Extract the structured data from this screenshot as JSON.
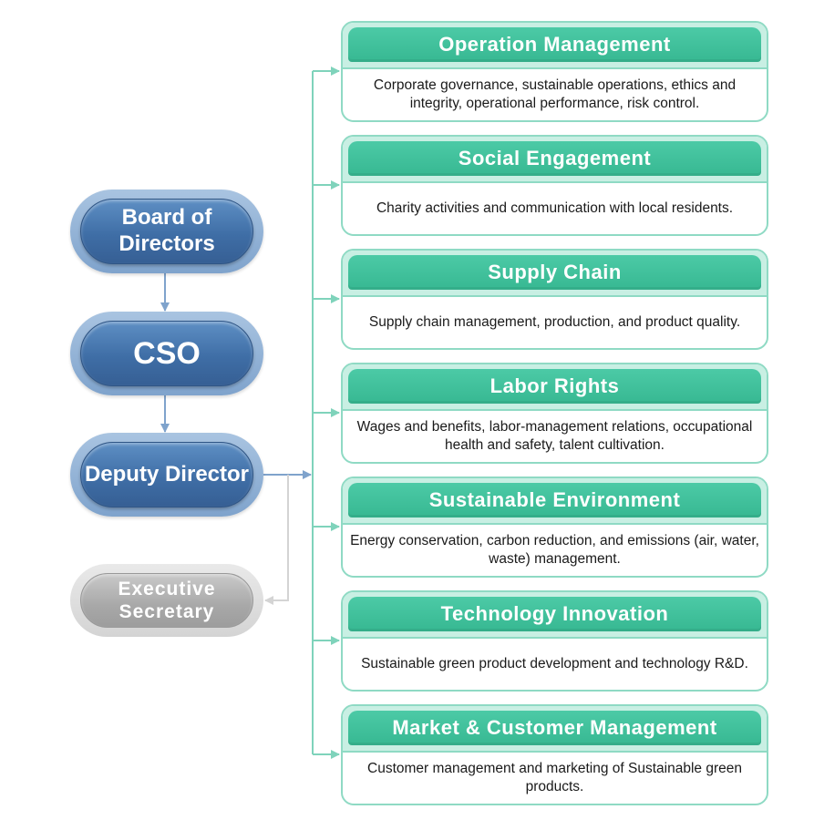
{
  "left_nodes": {
    "board": "Board of Directors",
    "cso": "CSO",
    "deputy": "Deputy Director",
    "secretary": "Executive Secretary"
  },
  "cards": [
    {
      "title": "Operation Management",
      "desc": "Corporate governance, sustainable operations, ethics and integrity, operational performance, risk control."
    },
    {
      "title": "Social Engagement",
      "desc": "Charity activities and communication with local residents."
    },
    {
      "title": "Supply Chain",
      "desc": "Supply chain management, production, and product quality."
    },
    {
      "title": "Labor Rights",
      "desc": "Wages and benefits, labor-management relations, occupational health and safety, talent cultivation."
    },
    {
      "title": "Sustainable Environment",
      "desc": "Energy conservation, carbon reduction, and emissions (air, water, waste) management."
    },
    {
      "title": "Technology Innovation",
      "desc": "Sustainable green product development and technology R&D."
    },
    {
      "title": "Market & Customer Management",
      "desc": "Customer management and marketing of Sustainable green products."
    }
  ],
  "colors": {
    "node_blue": "#3f6ea6",
    "node_grey": "#a8a8a8",
    "card_accent": "#3fc09c",
    "connector_blue": "#7fa3cc",
    "connector_green": "#7fd3bb"
  }
}
